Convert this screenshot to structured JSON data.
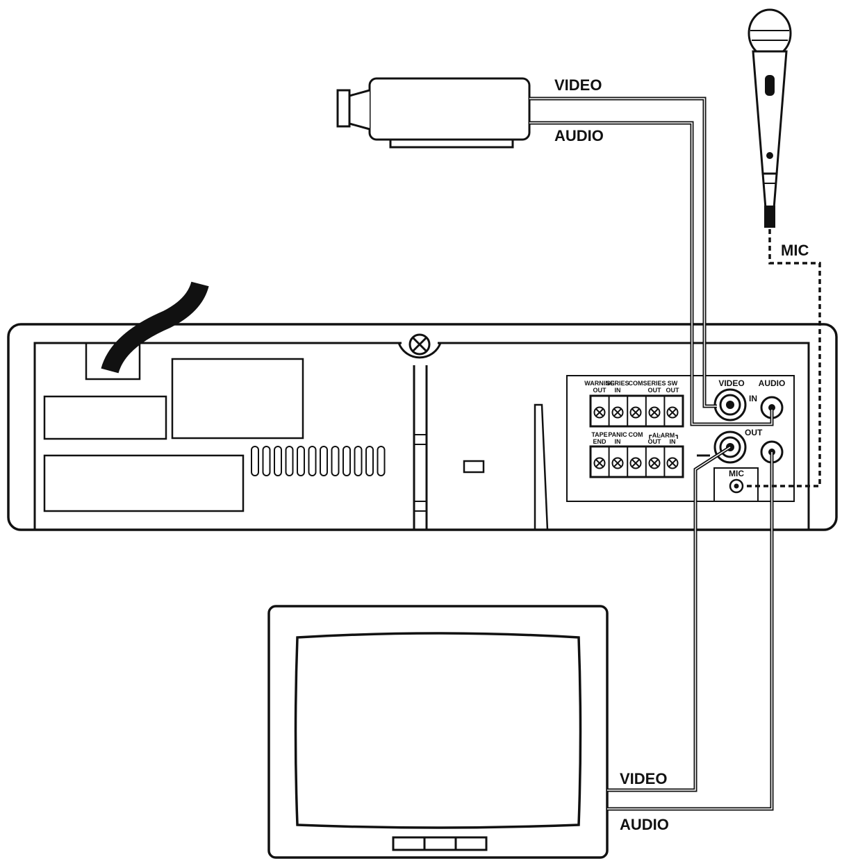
{
  "camera": {
    "video_label": "VIDEO",
    "audio_label": "AUDIO"
  },
  "microphone": {
    "label": "MIC"
  },
  "monitor": {
    "video_label": "VIDEO",
    "audio_label": "AUDIO"
  },
  "vcr": {
    "terminals_top": [
      {
        "line1": "WARNING",
        "line2": "OUT"
      },
      {
        "line1": "SERIES",
        "line2": "IN"
      },
      {
        "line1": "COM",
        "line2": ""
      },
      {
        "line1": "SERIES",
        "line2": "OUT"
      },
      {
        "line1": "SW",
        "line2": "OUT"
      }
    ],
    "terminals_bottom": [
      {
        "line1": "TAPE",
        "line2": "END"
      },
      {
        "line1": "PANIC",
        "line2": "IN"
      },
      {
        "line1": "COM",
        "line2": ""
      },
      {
        "line1": "",
        "line2": "OUT"
      },
      {
        "line1": "",
        "line2": "IN"
      }
    ],
    "alarm_label": "ALARM",
    "jack_video_label": "VIDEO",
    "jack_audio_label": "AUDIO",
    "in_label": "IN",
    "out_label": "OUT",
    "mic_jack_label": "MIC"
  }
}
